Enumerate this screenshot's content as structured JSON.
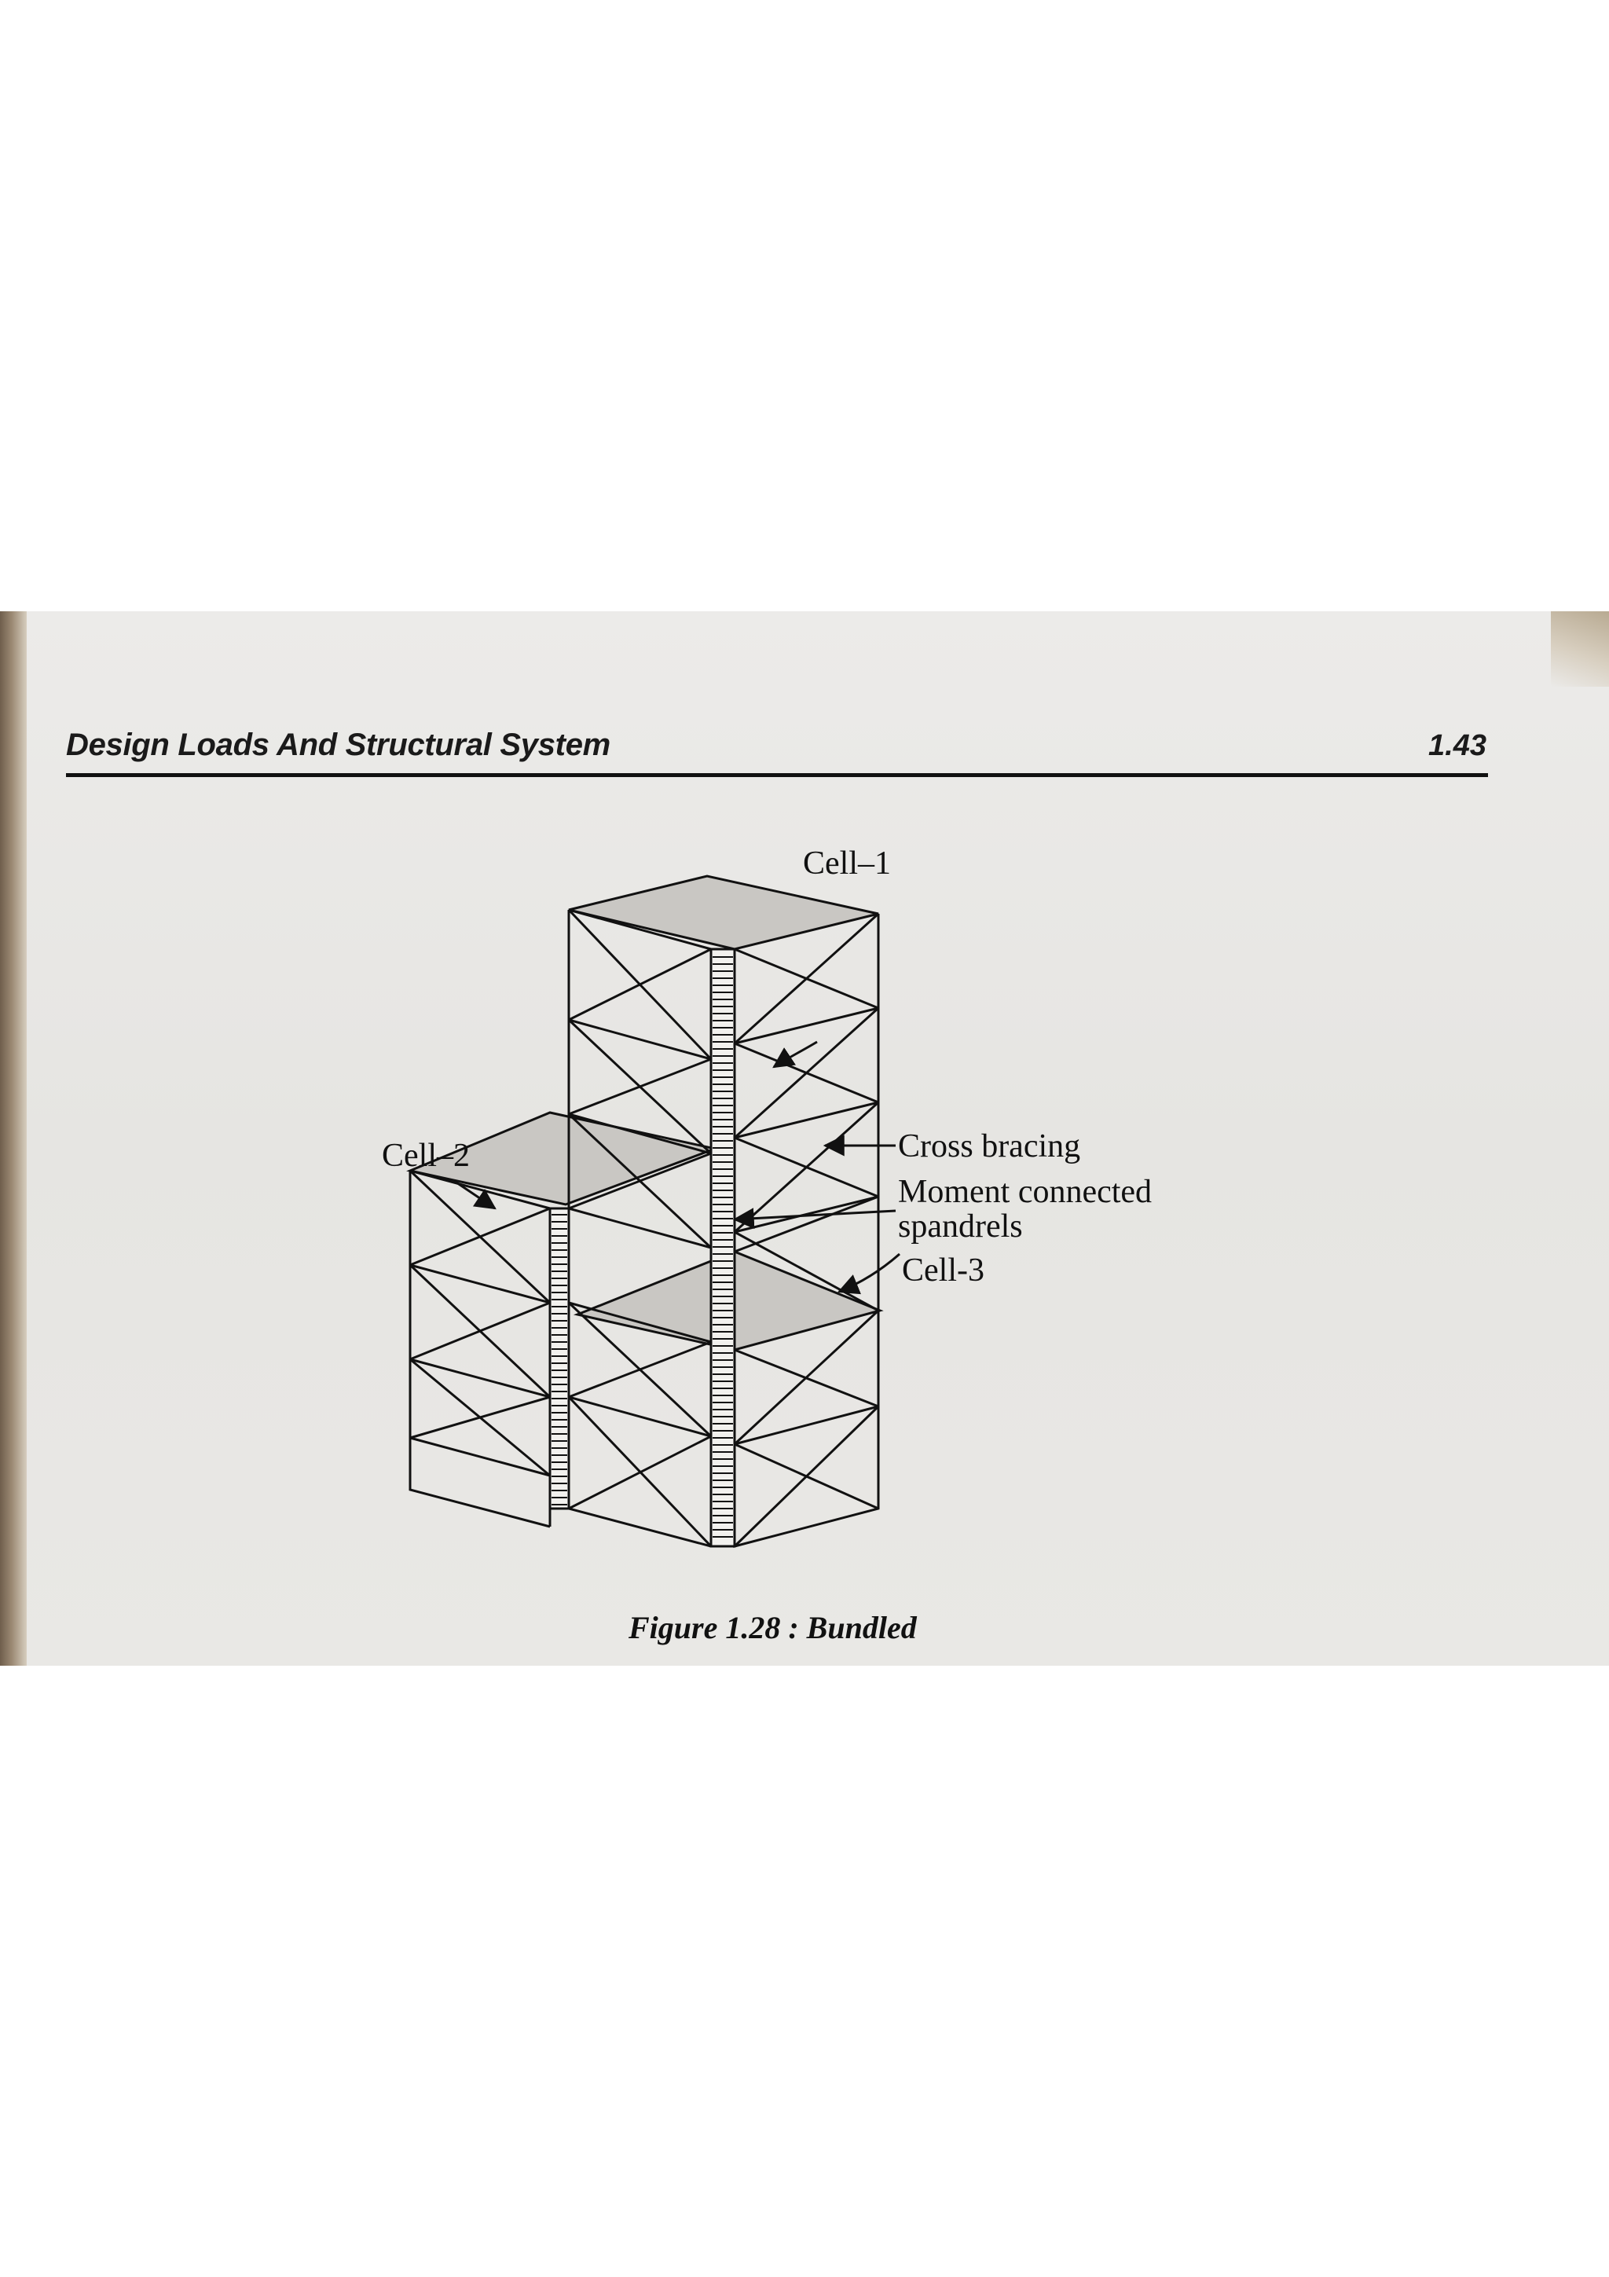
{
  "header": {
    "title": "Design Loads And Structural System",
    "page_number": "1.43"
  },
  "diagram": {
    "labels": {
      "cell_1": "Cell–1",
      "cell_2": "Cell–2",
      "cell_3": "Cell-3",
      "cross_bracing": "Cross bracing",
      "moment_line1": "Moment connected",
      "moment_line2": "spandrels"
    },
    "caption": "Figure 1.28 : Bundled",
    "colors": {
      "line": "#111111",
      "roof_shade": "#c9c7c3"
    }
  }
}
